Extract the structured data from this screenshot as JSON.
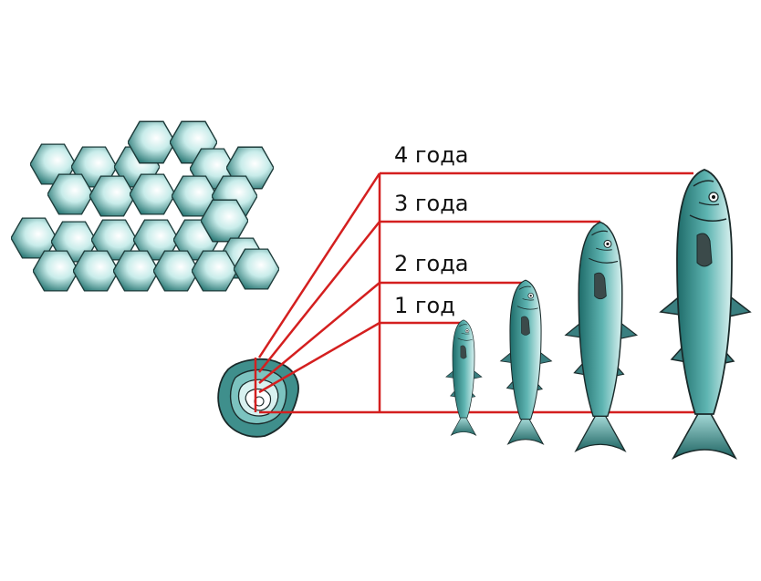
{
  "labels": {
    "age_1": "1 год",
    "age_2": "2 года",
    "age_3": "3 года",
    "age_4": "4 года"
  },
  "colors": {
    "line": "#d41f1f",
    "fish_body": "#2f8a88",
    "fish_light": "#cfeeed",
    "fish_dark": "#1b5c5a",
    "fin": "#3a7f80",
    "outline": "#1a2a2a",
    "scale_light": "#e6f7f6",
    "scale_dark": "#2f7c79"
  },
  "icons": {
    "scale_cluster": "fish-scales-icon",
    "scale": "fish-scale-rings-icon",
    "fish": "fish-icon"
  }
}
